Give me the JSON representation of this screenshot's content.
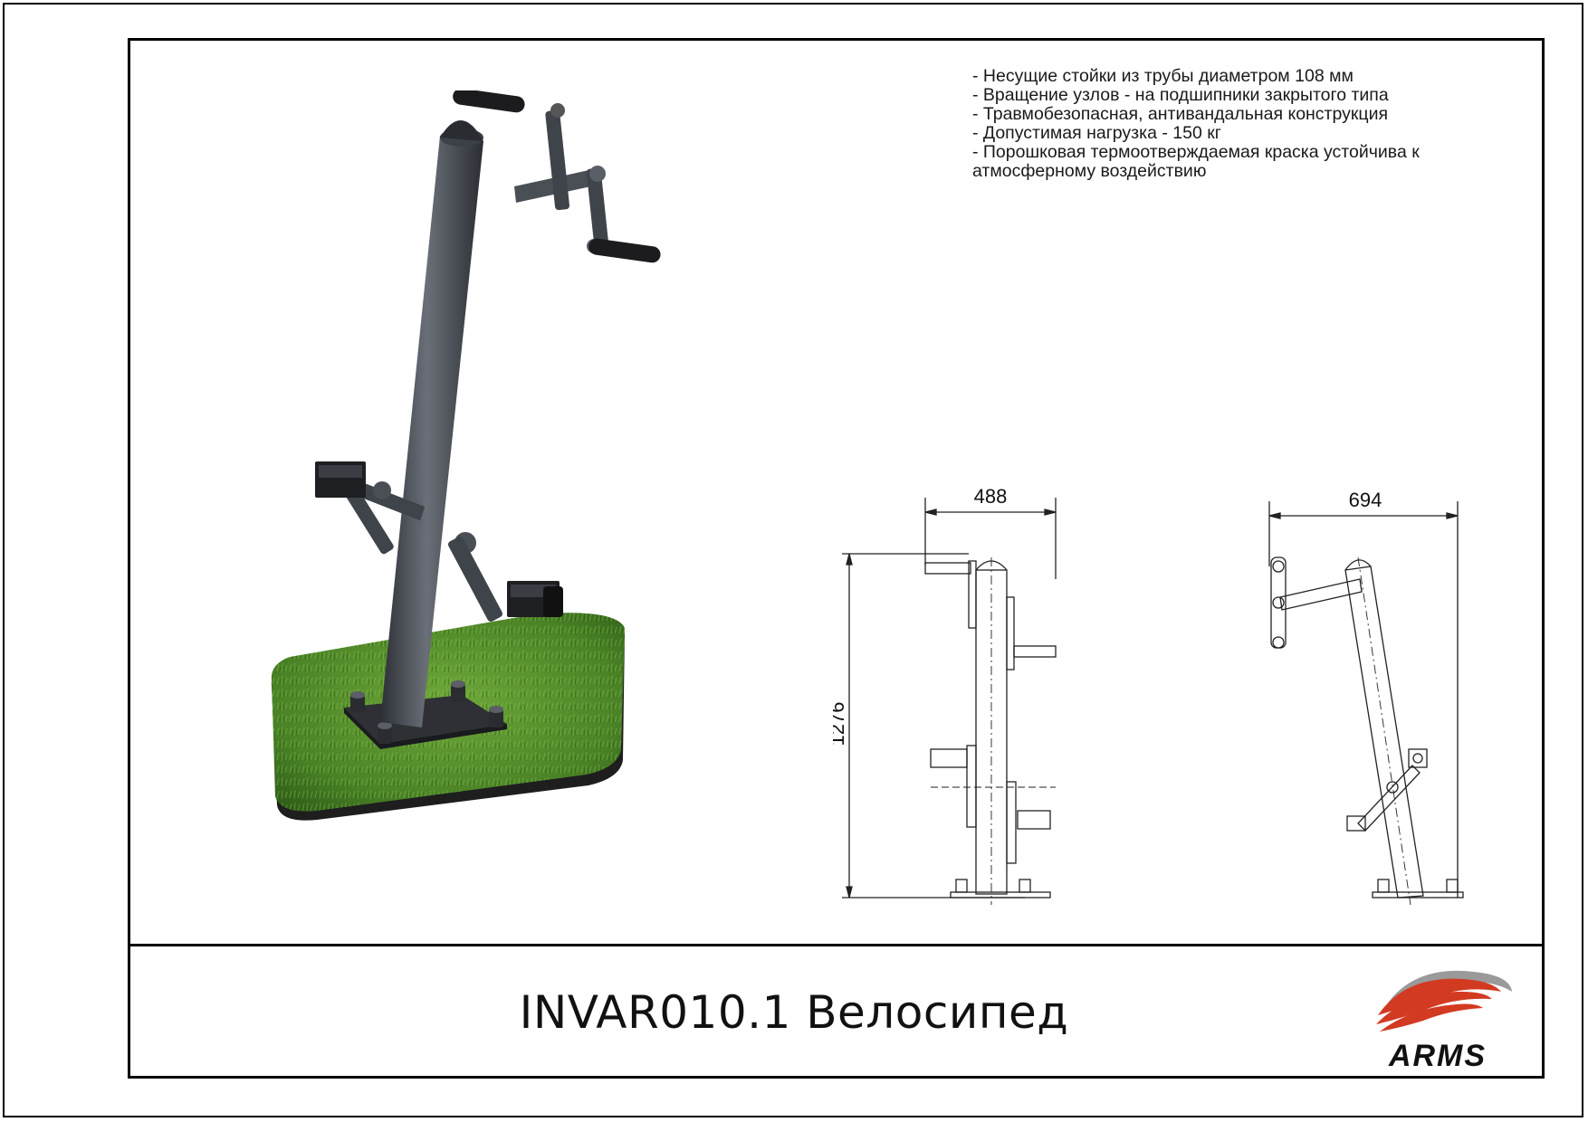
{
  "specs": [
    "- Несущие стойки из трубы диаметром 108 мм",
    "- Вращение узлов - на подшипники закрытого типа",
    "- Травмобезопасная, антивандальная конструкция",
    "- Допустимая нагрузка - 150 кг",
    "- Порошковая термоотверждаемая краска устойчива к",
    "атмосферному воздействию"
  ],
  "dimensions": {
    "front_width": "488",
    "side_width": "694",
    "height": "1276"
  },
  "title": "INVAR010.1 Велосипед",
  "logo": {
    "text": "ARMS",
    "colors": {
      "primary": "#d33a22",
      "secondary": "#9a9a9a"
    }
  },
  "colors": {
    "frame": "#000000",
    "steel": "#4a4e55",
    "grass": "#4f8a2c",
    "rubber_base": "#2a2a2a"
  }
}
